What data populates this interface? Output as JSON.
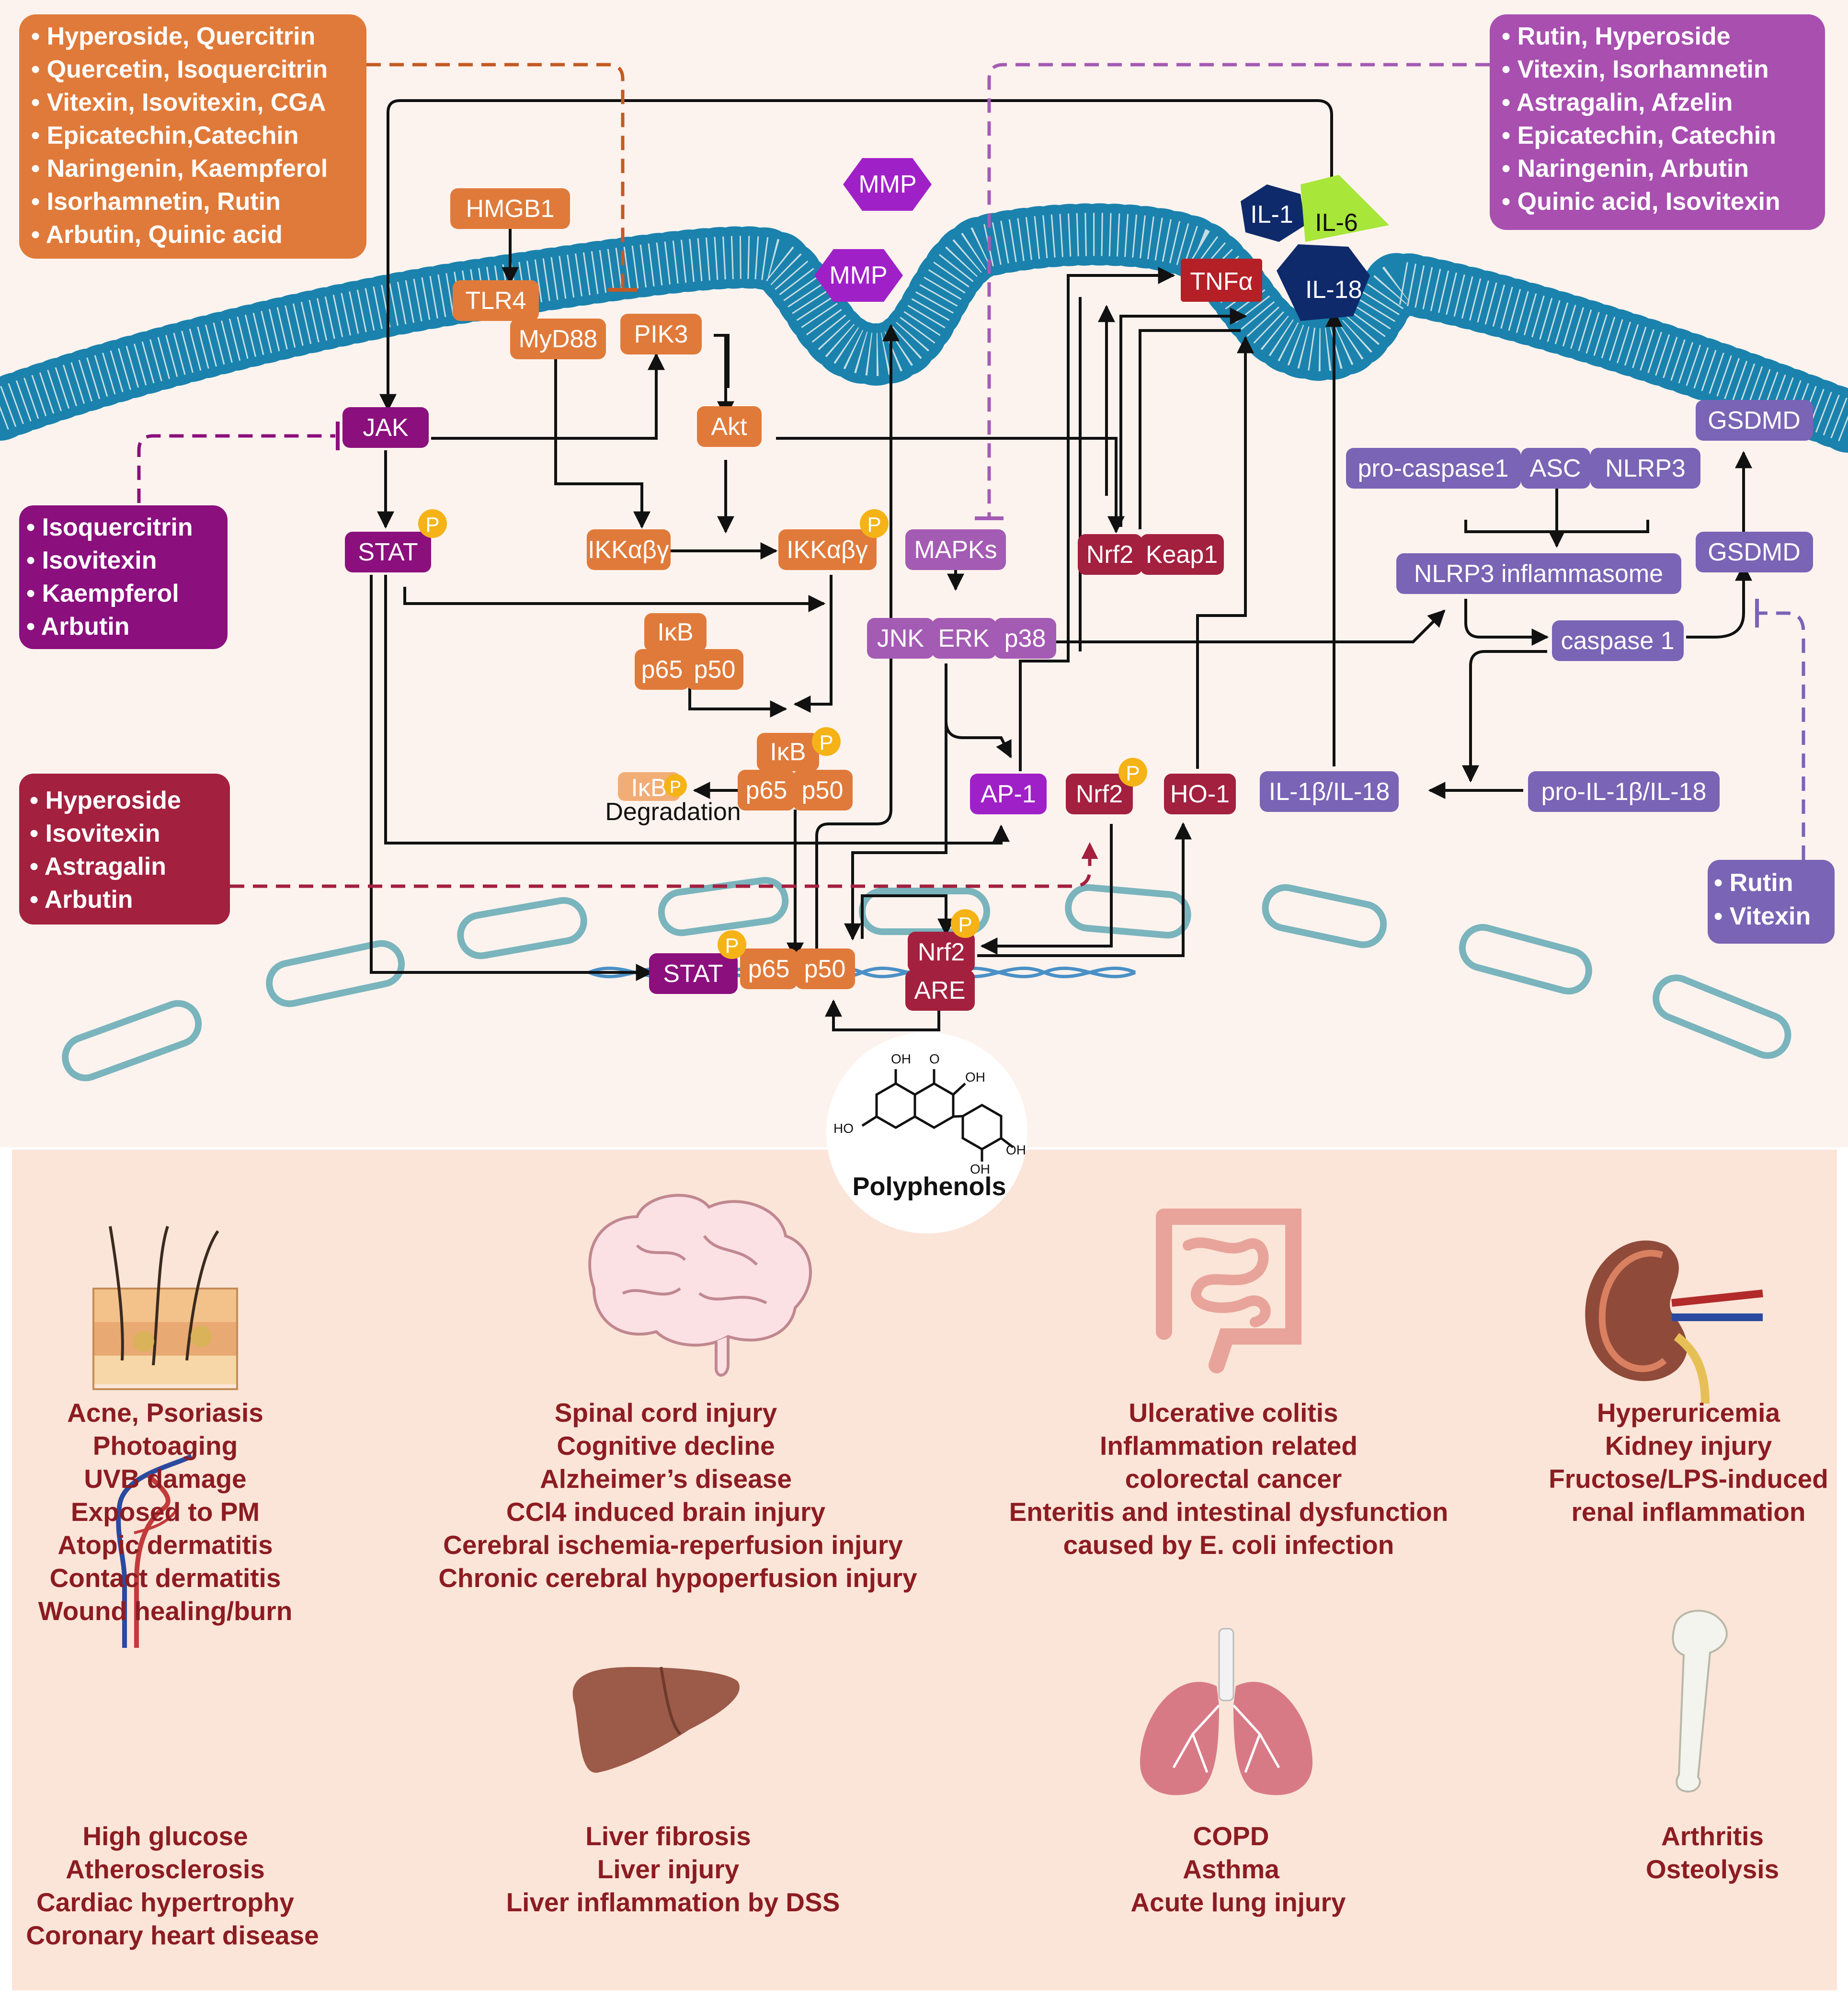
{
  "colors": {
    "orange": "#e07a3a",
    "purple_dark": "#8b0f7d",
    "crimson": "#a3203f",
    "lavender": "#7a64b5",
    "mauve": "#a45bb3",
    "navy": "#0f2a6b",
    "disease_text": "#8c1c22"
  },
  "inhibitor_boxes": [
    {
      "id": "orange-top",
      "items": [
        "Hyperoside, Quercitrin",
        "Quercetin, Isoquercitrin",
        "Vitexin, Isovitexin, CGA",
        "Epicatechin,Catechin",
        "Naringenin, Kaempferol",
        "Isorhamnetin, Rutin",
        "Arbutin,  Quinic acid"
      ]
    },
    {
      "id": "purple-top-right",
      "items": [
        "Rutin, Hyperoside",
        "Vitexin, Isorhamnetin",
        "Astragalin, Afzelin",
        "Epicatechin, Catechin",
        "Naringenin,  Arbutin",
        "Quinic acid, Isovitexin"
      ]
    },
    {
      "id": "purple-left",
      "items": [
        "Isoquercitrin",
        "Isovitexin",
        "Kaempferol",
        "Arbutin"
      ]
    },
    {
      "id": "crimson-left",
      "items": [
        "Hyperoside",
        "Isovitexin",
        "Astragalin",
        "Arbutin"
      ]
    },
    {
      "id": "lavender-right",
      "items": [
        "Rutin",
        "Vitexin"
      ]
    }
  ],
  "nodes": {
    "hmgb1": "HMGB1",
    "tlr4": "TLR4",
    "myd88": "MyD88",
    "pik3": "PIK3",
    "akt": "Akt",
    "jak": "JAK",
    "stat": "STAT",
    "ikk1": "IKKαβγ",
    "ikk2": "IKKαβγ",
    "ikb1": "IκB",
    "p65a": "p65",
    "p50a": "p50",
    "ikb2": "IκB",
    "p65b": "p65",
    "p50b": "p50",
    "ikb_deg": "IκB",
    "degradation": "Degradation",
    "mmp1": "MMP",
    "mmp2": "MMP",
    "mapks": "MAPKs",
    "jnk": "JNK",
    "erk": "ERK",
    "p38": "p38",
    "ap1": "AP-1",
    "nrf2_keap": "Nrf2",
    "keap1": "Keap1",
    "nrf2_free": "Nrf2",
    "ho1": "HO-1",
    "tnfa": "TNFα",
    "il1": "IL-1",
    "il6": "IL-6",
    "il18": "IL-18",
    "procasp": "pro-caspase1",
    "asc": "ASC",
    "nlrp3": "NLRP3",
    "nlrp3_inf": "NLRP3 inflammasome",
    "casp1": "caspase 1",
    "il1b": "IL-1β/IL-18",
    "proil1b": "pro-IL-1β/IL-18",
    "gsdmd1": "GSDMD",
    "gsdmd2": "GSDMD",
    "stat_n": "STAT",
    "p65n": "p65",
    "p50n": "p50",
    "nrf2n": "Nrf2",
    "are": "ARE",
    "phos": "P"
  },
  "center_label": "Polyphenols",
  "molecule_labels": {
    "oh1": "OH",
    "o": "O",
    "oh2": "OH",
    "ho": "HO",
    "oh3": "OH",
    "oh4": "OH"
  },
  "diseases": [
    {
      "id": "skin",
      "organ": "skin",
      "lines": [
        "Acne, Psoriasis",
        "Photoaging",
        "UVB damage",
        "Exposed to PM",
        "Atopic dermatitis",
        "Contact dermatitis",
        "Wound healing/burn"
      ]
    },
    {
      "id": "brain",
      "organ": "brain",
      "lines": [
        "Spinal cord injury",
        "Cognitive decline",
        "Alzheimer’s disease",
        "CCl4 induced brain injury",
        "Cerebral ischemia-reperfusion injury",
        "Chronic cerebral hypoperfusion injury"
      ]
    },
    {
      "id": "intestine",
      "organ": "intestine",
      "lines": [
        "Ulcerative colitis",
        "Inflammation related",
        "colorectal cancer",
        "Enteritis and intestinal dysfunction",
        "caused by E. coli infection"
      ]
    },
    {
      "id": "kidney",
      "organ": "kidney",
      "lines": [
        "Hyperuricemia",
        "Kidney injury",
        "Fructose/LPS-induced",
        "renal inflammation"
      ]
    },
    {
      "id": "vessel",
      "organ": "blood-vessel",
      "lines": [
        "High glucose",
        "Atherosclerosis",
        "Cardiac hypertrophy",
        "Coronary heart disease"
      ]
    },
    {
      "id": "liver",
      "organ": "liver",
      "lines": [
        "Liver fibrosis",
        "Liver injury",
        "Liver inflammation by DSS"
      ]
    },
    {
      "id": "lung",
      "organ": "lung",
      "lines": [
        "COPD",
        "Asthma",
        "Acute lung injury"
      ]
    },
    {
      "id": "bone",
      "organ": "bone",
      "lines": [
        "Arthritis",
        "Osteolysis"
      ]
    }
  ]
}
